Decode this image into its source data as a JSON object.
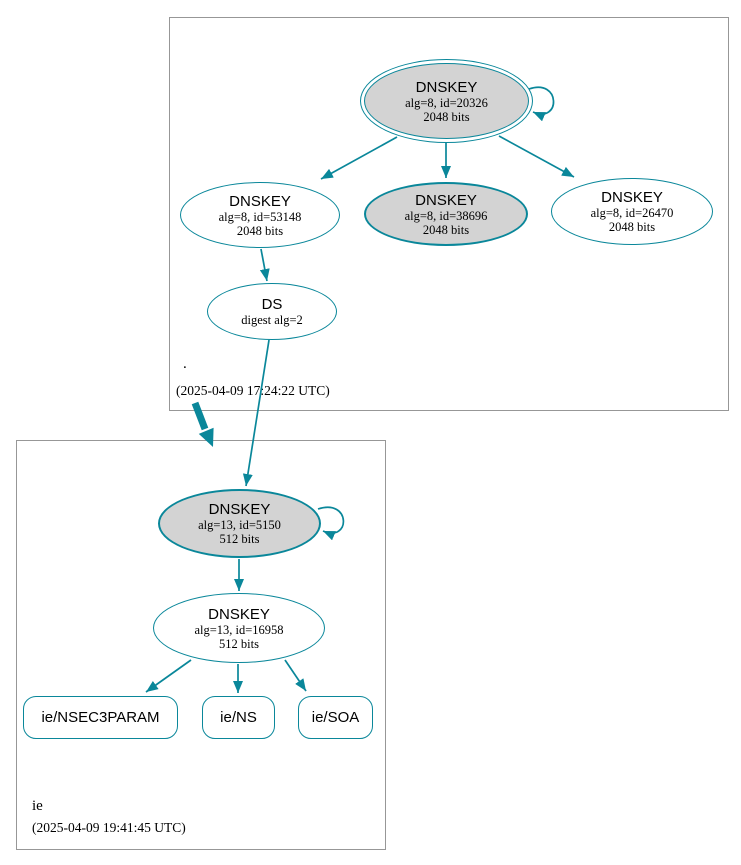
{
  "colors": {
    "edge": "#0a879a",
    "sep_key_fill": "#d3d3d3",
    "node_fill": "#ffffff",
    "zone_box_border": "#979797"
  },
  "zones": {
    "root": {
      "label": ".",
      "timestamp": "(2025-04-09 17:24:22 UTC)",
      "nodes": {
        "ksk20326": {
          "title": "DNSKEY",
          "detail": "alg=8, id=20326",
          "bits": "2048 bits"
        },
        "key53148": {
          "title": "DNSKEY",
          "detail": "alg=8, id=53148",
          "bits": "2048 bits"
        },
        "key38696": {
          "title": "DNSKEY",
          "detail": "alg=8, id=38696",
          "bits": "2048 bits"
        },
        "key26470": {
          "title": "DNSKEY",
          "detail": "alg=8, id=26470",
          "bits": "2048 bits"
        },
        "ds": {
          "title": "DS",
          "detail": "digest alg=2"
        }
      }
    },
    "ie": {
      "label": "ie",
      "timestamp": "(2025-04-09 19:41:45 UTC)",
      "nodes": {
        "ksk5150": {
          "title": "DNSKEY",
          "detail": "alg=13, id=5150",
          "bits": "512 bits"
        },
        "zsk16958": {
          "title": "DNSKEY",
          "detail": "alg=13, id=16958",
          "bits": "512 bits"
        },
        "rrsetNsec3param": {
          "label": "ie/NSEC3PARAM"
        },
        "rrsetNs": {
          "label": "ie/NS"
        },
        "rrsetSoa": {
          "label": "ie/SOA"
        }
      }
    }
  }
}
